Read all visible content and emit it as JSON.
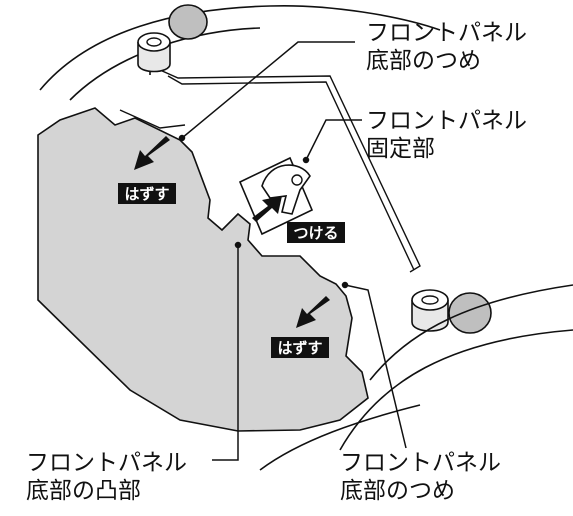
{
  "callouts": {
    "front_tab_top": {
      "line1": "フロントパネル",
      "line2": "底部のつめ"
    },
    "front_fixing": {
      "line1": "フロントパネル",
      "line2": "固定部"
    },
    "front_tab_bottom": {
      "line1": "フロントパネル",
      "line2": "底部のつめ"
    },
    "front_bump": {
      "line1": "フロントパネル",
      "line2": "底部の凸部"
    }
  },
  "tags": {
    "remove_1": "はずす",
    "attach": "つける",
    "remove_2": "はずす"
  },
  "icons": {
    "arrow": "arrow-icon",
    "rubber_foot": "rubber-foot-icon"
  }
}
